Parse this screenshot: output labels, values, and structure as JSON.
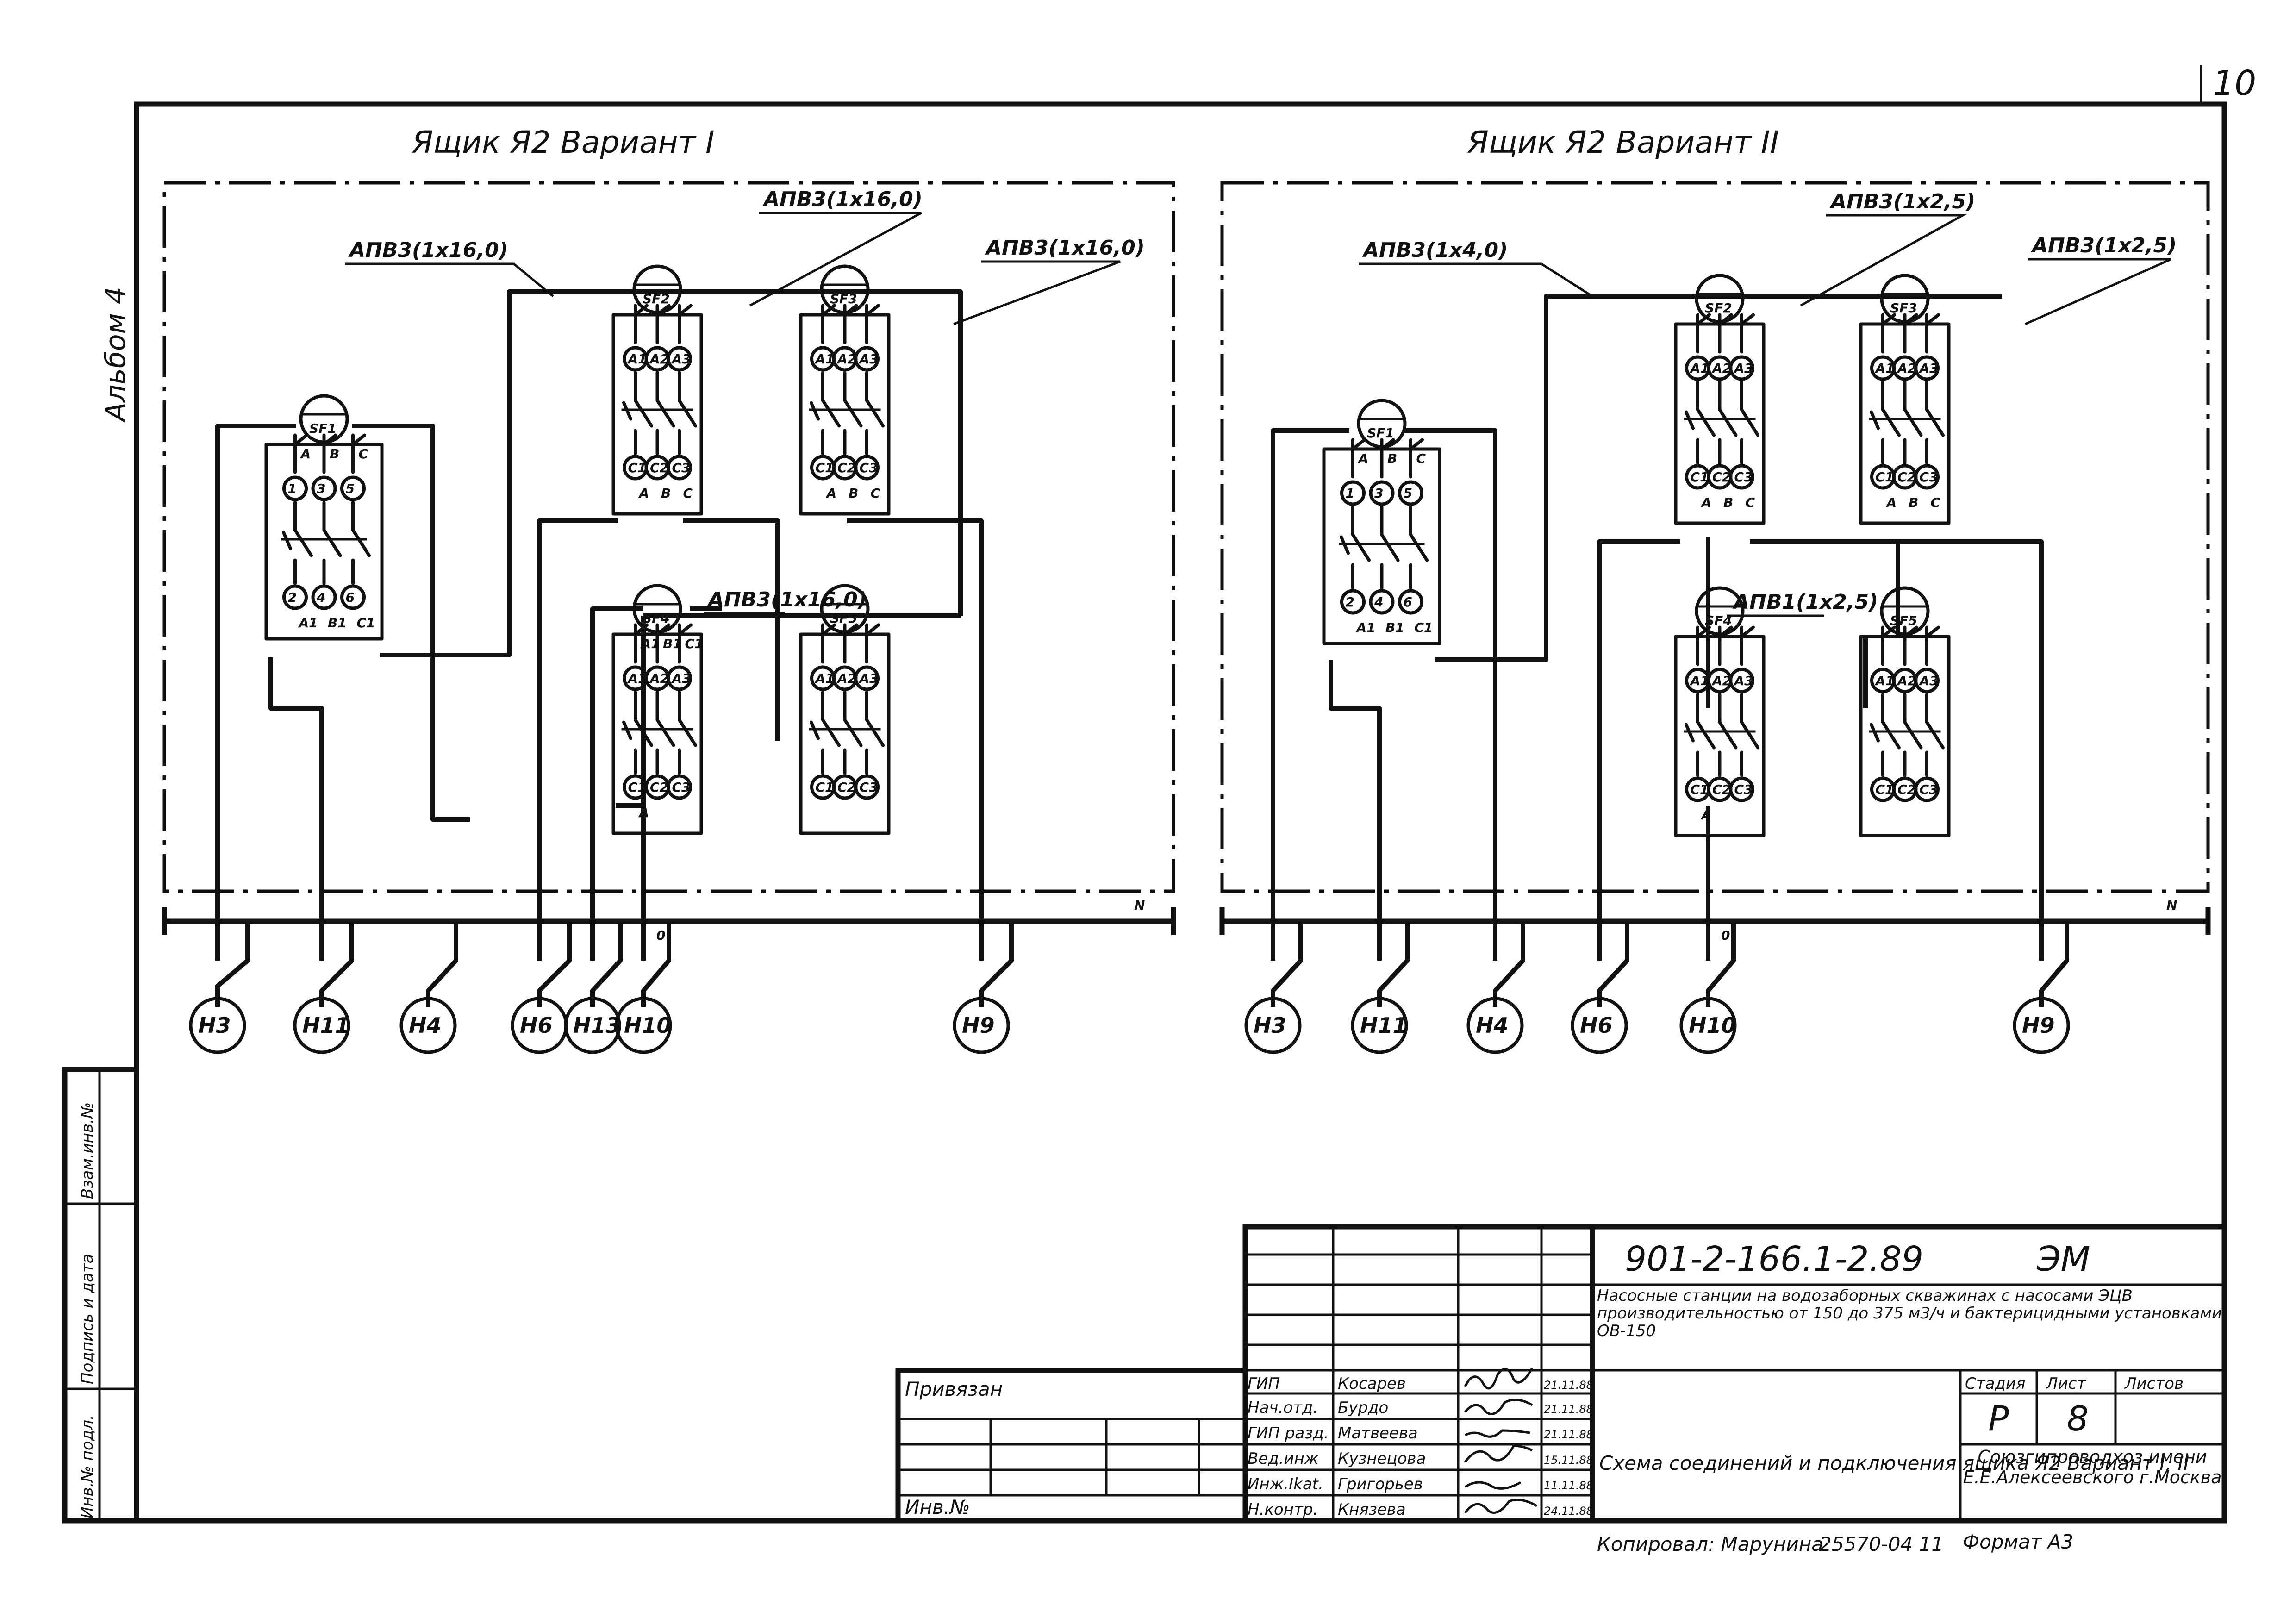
{
  "page": {
    "sheet_corner": "10",
    "album": "Альбом 4"
  },
  "variant_1": {
    "title": "Ящик Я2 Вариант I",
    "cables": {
      "c1": "АПВ3(1х16,0)",
      "c2": "АПВ3(1х16,0)",
      "c3": "АПВ3(1х16,0)",
      "c4": "АПВ3(1х16,0)"
    },
    "breakers": [
      {
        "name": "SF1",
        "top_pins": [
          "1",
          "3",
          "5"
        ],
        "bot_pins": [
          "2",
          "4",
          "6"
        ],
        "top_phase": [
          "А",
          "В",
          "С"
        ],
        "bot_phase": [
          "А1",
          "В1",
          "С1"
        ]
      },
      {
        "name": "SF2",
        "top_pins": [
          "А1",
          "А2",
          "А3"
        ],
        "bot_pins": [
          "С1",
          "С2",
          "С3"
        ],
        "bot_phase": [
          "А",
          "В",
          "С"
        ]
      },
      {
        "name": "SF3",
        "top_pins": [
          "А1",
          "А2",
          "А3"
        ],
        "bot_pins": [
          "С1",
          "С2",
          "С3"
        ],
        "bot_phase": [
          "А",
          "В",
          "С"
        ]
      },
      {
        "name": "SF4",
        "top_pins": [
          "А1",
          "А2",
          "А3"
        ],
        "bot_pins": [
          "С1",
          "С2",
          "С3"
        ],
        "top_phase": [
          "А1",
          "В1",
          "С1"
        ],
        "bot_phase": [
          "А"
        ]
      },
      {
        "name": "SF5",
        "top_pins": [
          "А1",
          "А2",
          "А3"
        ],
        "bot_pins": [
          "С1",
          "С2",
          "С3"
        ]
      }
    ],
    "neutral": "N",
    "zero_mark": "0",
    "nodes": [
      "Н3",
      "Н11",
      "Н4",
      "Н6",
      "Н13",
      "Н10",
      "Н9"
    ]
  },
  "variant_2": {
    "title": "Ящик Я2 Вариант II",
    "cables": {
      "c1": "АПВ3(1х4,0)",
      "c2": "АПВ3(1х2,5)",
      "c3": "АПВ3(1х2,5)",
      "c4": "АПВ1(1х2,5)"
    },
    "breakers": [
      {
        "name": "SF1",
        "top_pins": [
          "1",
          "3",
          "5"
        ],
        "bot_pins": [
          "2",
          "4",
          "6"
        ],
        "top_phase": [
          "А",
          "В",
          "С"
        ],
        "bot_phase": [
          "А1",
          "В1",
          "С1"
        ]
      },
      {
        "name": "SF2",
        "top_pins": [
          "А1",
          "А2",
          "А3"
        ],
        "bot_pins": [
          "С1",
          "С2",
          "С3"
        ],
        "bot_phase": [
          "А",
          "В",
          "С"
        ]
      },
      {
        "name": "SF3",
        "top_pins": [
          "А1",
          "А2",
          "А3"
        ],
        "bot_pins": [
          "С1",
          "С2",
          "С3"
        ],
        "bot_phase": [
          "А",
          "В",
          "С"
        ]
      },
      {
        "name": "SF4",
        "top_pins": [
          "А1",
          "А2",
          "А3"
        ],
        "bot_pins": [
          "С1",
          "С2",
          "С3"
        ],
        "bot_phase": [
          "А"
        ]
      },
      {
        "name": "SF5",
        "top_pins": [
          "А1",
          "А2",
          "А3"
        ],
        "bot_pins": [
          "С1",
          "С2",
          "С3"
        ]
      }
    ],
    "neutral": "N",
    "zero_mark": "0",
    "nodes": [
      "Н3",
      "Н11",
      "Н4",
      "Н6",
      "Н10",
      "Н9"
    ]
  },
  "side_stamp": {
    "inv_podl": "Инв.№ подл.",
    "podpis": "Подпись и дата",
    "vzam": "Взам.инв.№"
  },
  "title_block": {
    "doc_number": "901-2-166.1-2.89",
    "doc_code": "ЭМ",
    "project_desc": "Насосные станции на водозаборных скважинах с насосами ЭЦВ производительностью от 150 до 375 м3/ч и бактерицидными установками ОВ-150",
    "privyazan": "Привязан",
    "inv_no": "Инв.№",
    "roles": [
      {
        "role": "ГИП",
        "name": "Косарев",
        "date": "21.11.88"
      },
      {
        "role": "Нач.отд.",
        "name": "Бурдо",
        "date": "21.11.88"
      },
      {
        "role": "ГИП разд.",
        "name": "Матвеева",
        "date": "21.11.88"
      },
      {
        "role": "Вед.инж",
        "name": "Кузнецова",
        "date": "15.11.88"
      },
      {
        "role": "Инж.Ikat.",
        "name": "Григорьев",
        "date": "11.11.88"
      },
      {
        "role": "Н.контр.",
        "name": "Князева",
        "date": "24.11.88"
      }
    ],
    "stage_header": "Стадия",
    "sheet_header": "Лист",
    "sheets_header": "Листов",
    "stage": "Р",
    "sheet": "8",
    "sheets": "",
    "drawing_title": "Схема соединений и подключения ящика Я2 Вариант I, II",
    "org": "Союзгипроводхоз имени Е.Е.Алексеевского г.Москва",
    "copied": "Копировал: Марунина",
    "archive_no": "25570-04 11",
    "format": "Формат А3"
  }
}
